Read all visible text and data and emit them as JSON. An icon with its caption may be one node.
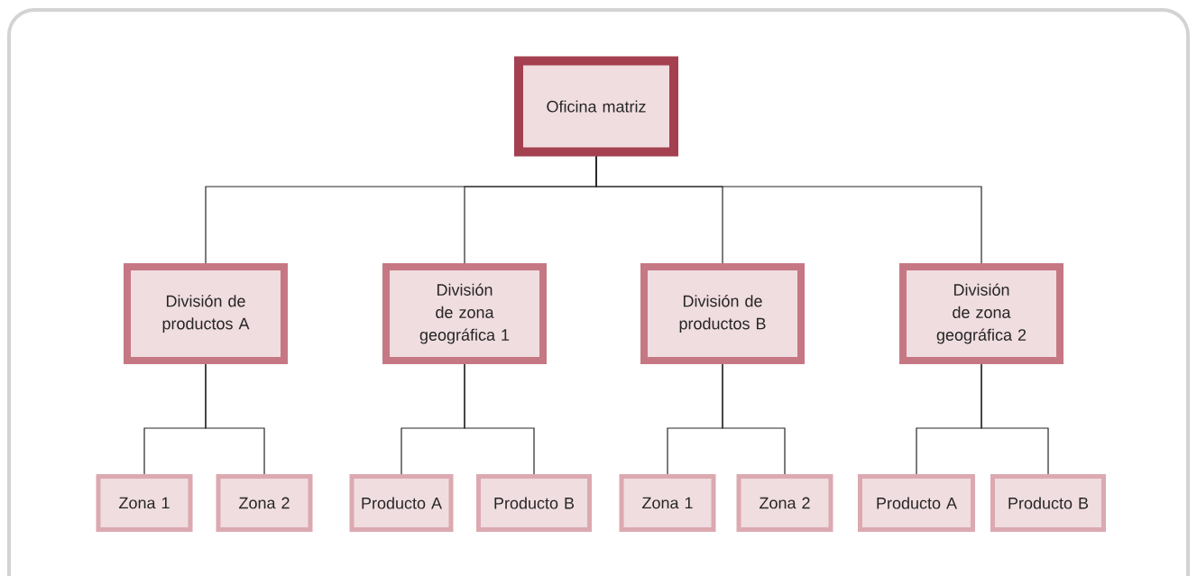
{
  "diagram": {
    "nodes": [
      {
        "text": [
          "Oficina matriz"
        ]
      },
      {
        "text": [
          "División de productos A"
        ]
      },
      {
        "text": [
          "División de zona geográfica 1"
        ]
      },
      {
        "text": [
          "División de productos B"
        ]
      },
      {
        "text": [
          "División de zona geográfica 2"
        ]
      },
      {
        "text": [
          "Zona 1"
        ]
      },
      {
        "text": [
          "Zona 2"
        ]
      },
      {
        "text": [
          "Producto A"
        ]
      },
      {
        "text": [
          "Producto B"
        ]
      },
      {
        "text": [
          "Zona 1"
        ]
      },
      {
        "text": [
          "Zona 2"
        ]
      },
      {
        "text": [
          "Producto A"
        ]
      },
      {
        "text": [
          "Producto B"
        ]
      }
    ],
    "edges": [
      {
        "from": 0,
        "to": 1,
        "arrow": "none"
      },
      {
        "from": 0,
        "to": 2,
        "arrow": "none"
      },
      {
        "from": 0,
        "to": 3,
        "arrow": "none"
      },
      {
        "from": 0,
        "to": 4,
        "arrow": "none"
      },
      {
        "from": 1,
        "to": 5,
        "arrow": "none"
      },
      {
        "from": 1,
        "to": 6,
        "arrow": "none"
      },
      {
        "from": 2,
        "to": 7,
        "arrow": "none"
      },
      {
        "from": 2,
        "to": 8,
        "arrow": "none"
      },
      {
        "from": 3,
        "to": 9,
        "arrow": "none"
      },
      {
        "from": 3,
        "to": 10,
        "arrow": "none"
      },
      {
        "from": 4,
        "to": 11,
        "arrow": "none"
      },
      {
        "from": 4,
        "to": 12,
        "arrow": "none"
      }
    ]
  }
}
